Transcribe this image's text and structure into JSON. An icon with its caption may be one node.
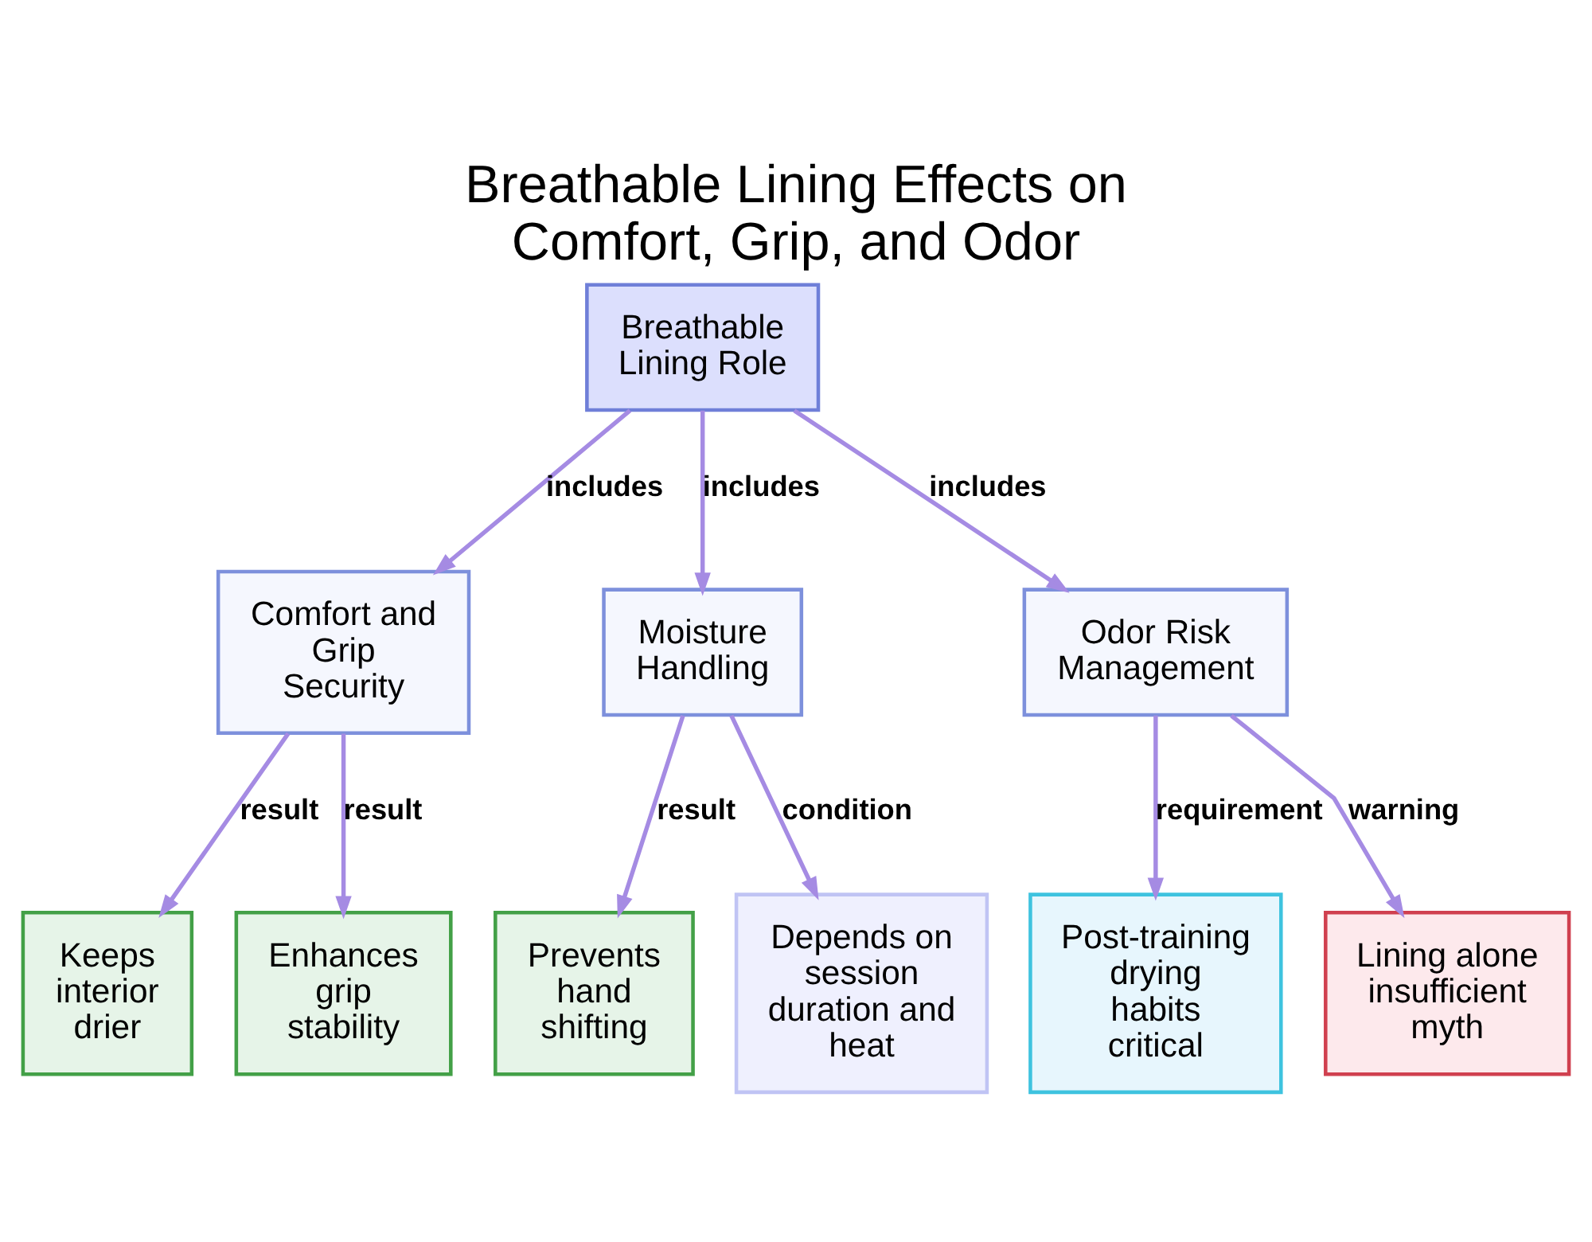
{
  "diagram": {
    "title": "Breathable Lining Effects on Comfort, Grip, and Odor",
    "nodes": [
      {
        "text": [
          "Breathable Lining Role"
        ]
      },
      {
        "text": [
          "Comfort and Grip Security"
        ]
      },
      {
        "text": [
          "Moisture Handling"
        ]
      },
      {
        "text": [
          "Odor Risk Management"
        ]
      },
      {
        "text": [
          "Keeps interior drier"
        ]
      },
      {
        "text": [
          "Enhances grip stability"
        ]
      },
      {
        "text": [
          "Prevents hand shifting"
        ]
      },
      {
        "text": [
          "Depends on session duration and heat"
        ]
      },
      {
        "text": [
          "Post-training drying habits critical"
        ]
      },
      {
        "text": [
          "Lining alone insufficient myth"
        ]
      }
    ],
    "edges": [
      {
        "from": 0,
        "to": 1,
        "arrow": "to",
        "label": "includes"
      },
      {
        "from": 0,
        "to": 2,
        "arrow": "to",
        "label": "includes"
      },
      {
        "from": 0,
        "to": 3,
        "arrow": "to",
        "label": "includes"
      },
      {
        "from": 1,
        "to": 4,
        "arrow": "to",
        "label": "result"
      },
      {
        "from": 1,
        "to": 5,
        "arrow": "to",
        "label": "result"
      },
      {
        "from": 2,
        "to": 6,
        "arrow": "to",
        "label": "result"
      },
      {
        "from": 2,
        "to": 7,
        "arrow": "to",
        "label": "condition"
      },
      {
        "from": 3,
        "to": 8,
        "arrow": "to",
        "label": "requirement"
      },
      {
        "from": 3,
        "to": 9,
        "arrow": "to",
        "label": "warning"
      }
    ]
  }
}
